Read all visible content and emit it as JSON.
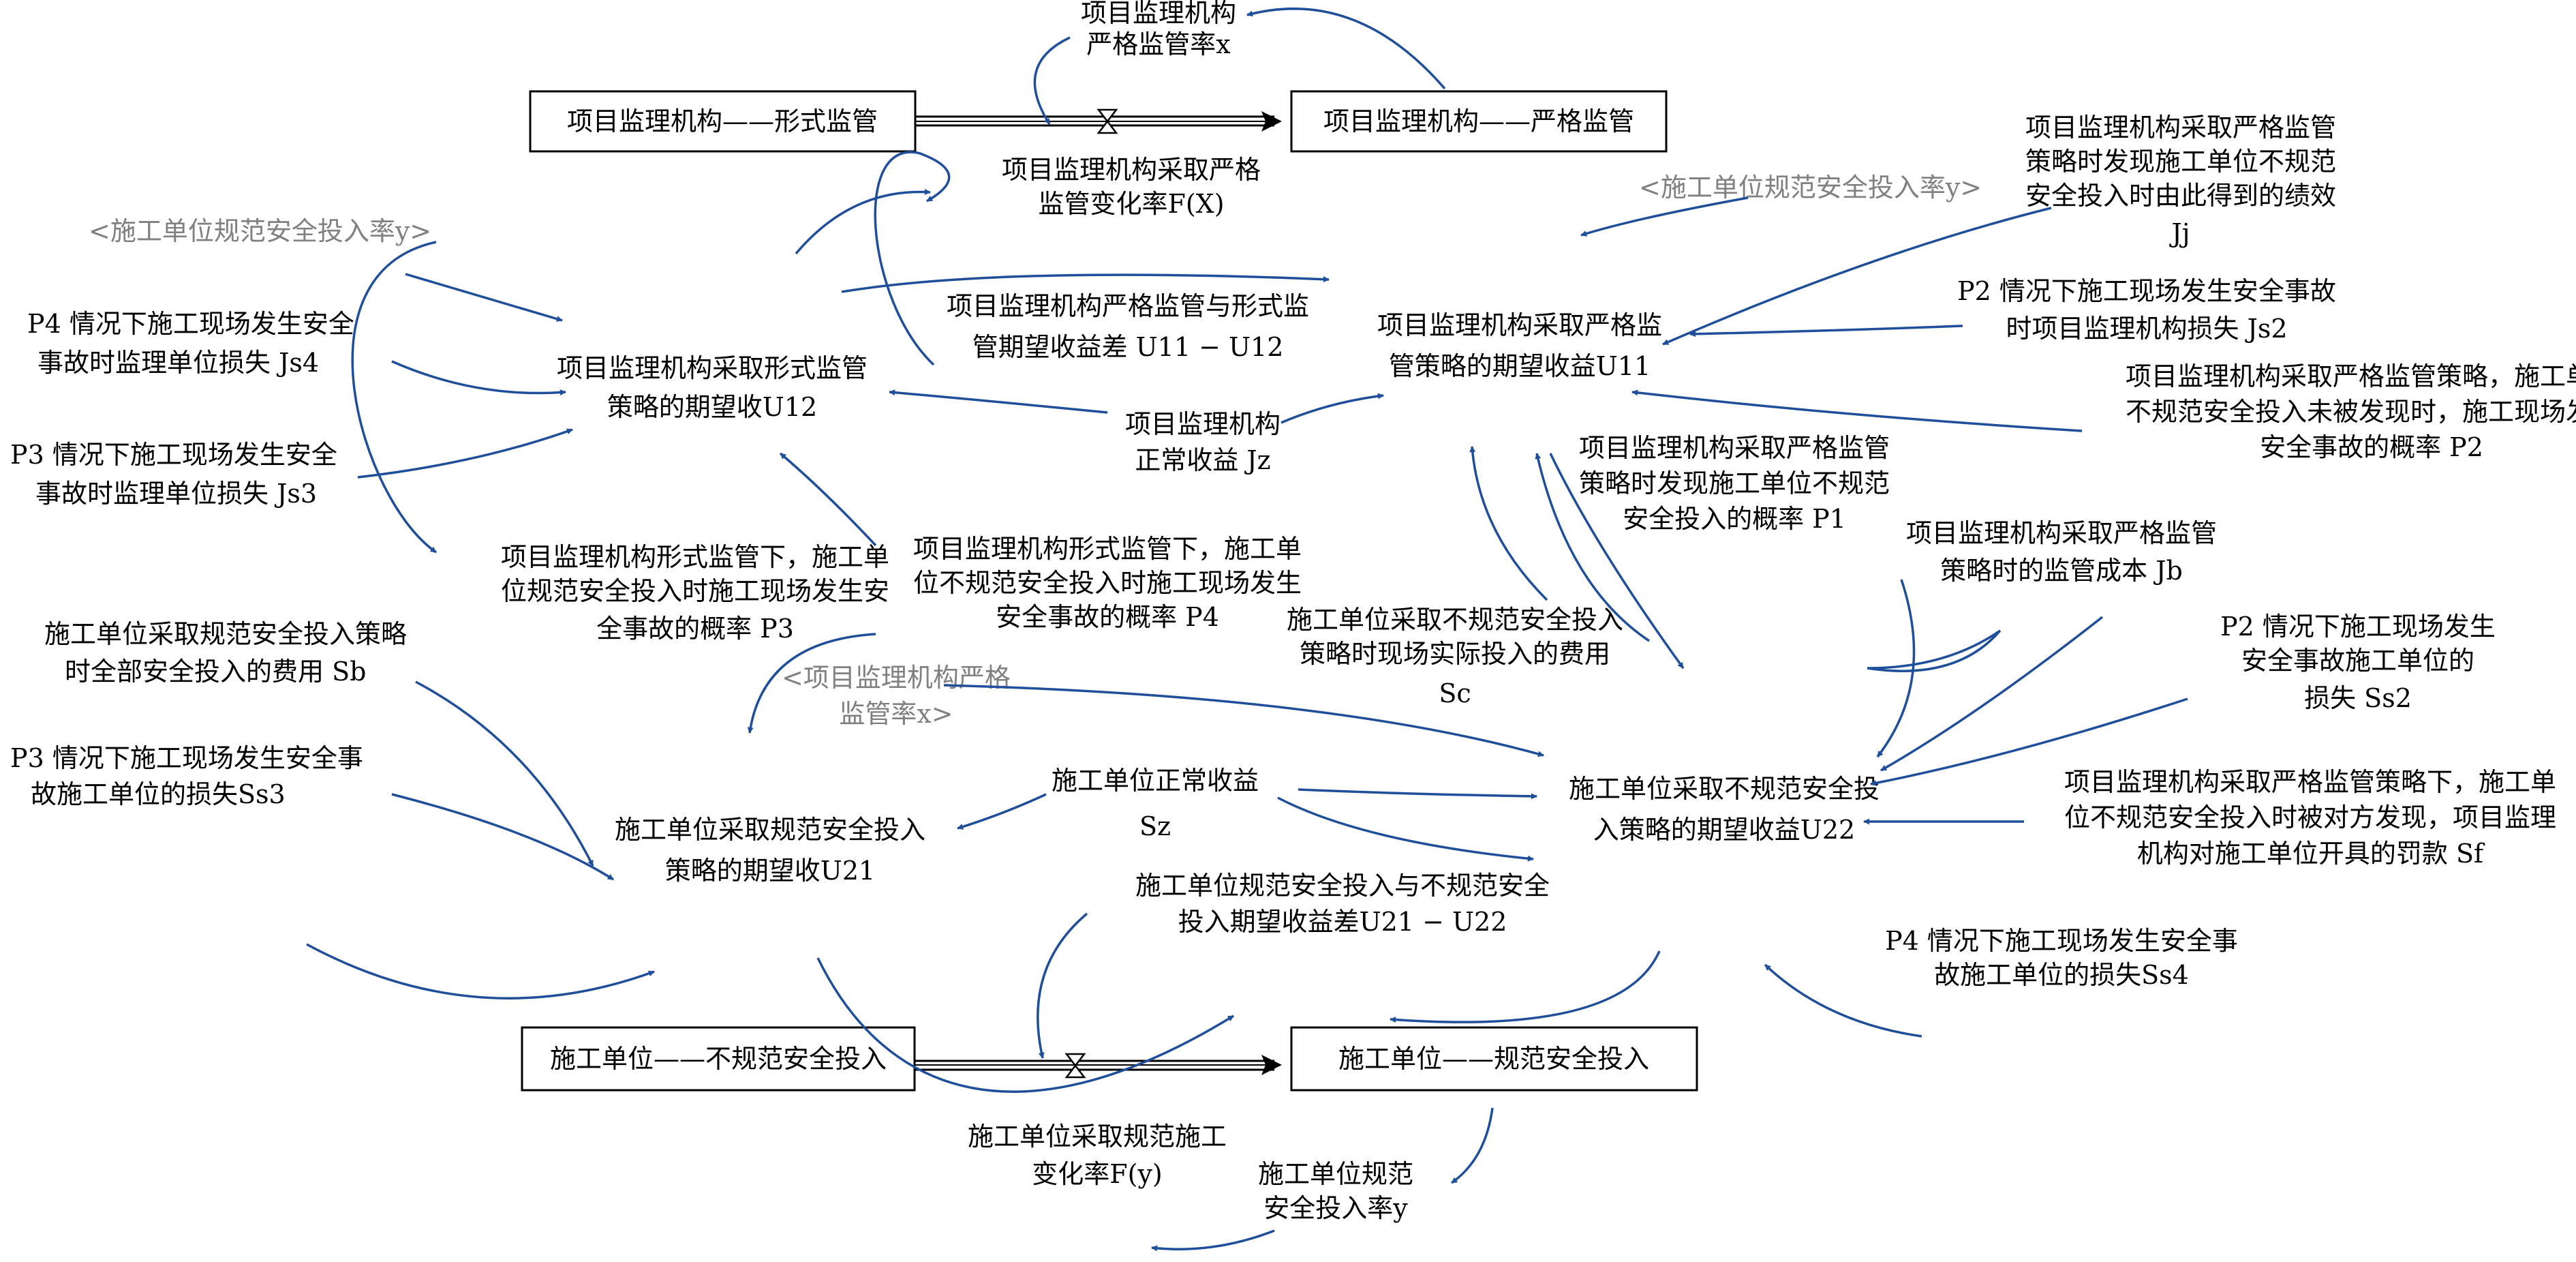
{
  "stocks": {
    "supervision_formal": "项目监理机构——形式监管",
    "supervision_strict": "项目监理机构——严格监管",
    "construction_irregular": "施工单位——不规范安全投入",
    "construction_regular": "施工单位——规范安全投入"
  },
  "rates": {
    "supervision_change_rate": [
      "项目监理机构采取严格",
      "监管变化率F(X)"
    ],
    "construction_change_rate": [
      "施工单位采取规范施工",
      "变化率F(y)"
    ]
  },
  "levels": {
    "strict_rate_x": [
      "项目监理机构",
      "严格监管率x"
    ],
    "regular_rate_y": [
      "施工单位规范",
      "安全投入率y"
    ]
  },
  "ghost_vars": {
    "y_left": "<施工单位规范安全投入率y>",
    "y_right": "<施工单位规范安全投入率y>",
    "x_bottom": [
      "<项目监理机构严格",
      "监管率x>"
    ]
  },
  "variables": {
    "u12": [
      "项目监理机构采取形式监管",
      "策略的期望收U12"
    ],
    "u11": [
      "项目监理机构采取严格监",
      "管策略的期望收益U11"
    ],
    "u21": [
      "施工单位采取规范安全投入",
      "策略的期望收U21"
    ],
    "u22": [
      "施工单位采取不规范安全投",
      "入策略的期望收益U22"
    ],
    "u11_minus_u12": [
      "项目监理机构严格监管与形式监",
      "管期望收益差 U11 − U12"
    ],
    "u21_minus_u22": [
      "施工单位规范安全投入与不规范安全",
      "投入期望收益差U21 − U22"
    ],
    "jz": [
      "项目监理机构",
      "正常收益 Jz"
    ],
    "sz": [
      "施工单位正常收益",
      "Sz"
    ],
    "js4": [
      "P4 情况下施工现场发生安全",
      "事故时监理单位损失 Js4"
    ],
    "js3": [
      "P3 情况下施工现场发生安全",
      "事故时监理单位损失 Js3"
    ],
    "jj": [
      "项目监理机构采取严格监管",
      "策略时发现施工单位不规范",
      "安全投入时由此得到的绩效",
      "Jj"
    ],
    "js2": [
      "P2 情况下施工现场发生安全事故",
      "时项目监理机构损失 Js2"
    ],
    "p2": [
      "项目监理机构采取严格监管策略，施工单位",
      "不规范安全投入未被发现时，施工现场发生",
      "安全事故的概率 P2"
    ],
    "p1": [
      "项目监理机构采取严格监管",
      "策略时发现施工单位不规范",
      "安全投入的概率 P1"
    ],
    "jb": [
      "项目监理机构采取严格监管",
      "策略时的监管成本 Jb"
    ],
    "p3": [
      "项目监理机构形式监管下，施工单",
      "位规范安全投入时施工现场发生安",
      "全事故的概率 P3"
    ],
    "p4": [
      "项目监理机构形式监管下，施工单",
      "位不规范安全投入时施工现场发生",
      "安全事故的概率 P4"
    ],
    "sc": [
      "施工单位采取不规范安全投入",
      "策略时现场实际投入的费用",
      "Sc"
    ],
    "sb": [
      "施工单位采取规范安全投入策略",
      "时全部安全投入的费用 Sb"
    ],
    "ss3": [
      "P3 情况下施工现场发生安全事",
      "故施工单位的损失Ss3"
    ],
    "ss2": [
      "P2 情况下施工现场发生",
      "安全事故施工单位的",
      "损失 Ss2"
    ],
    "sf": [
      "项目监理机构采取严格监管策略下，施工单",
      "位不规范安全投入时被对方发现，项目监理",
      "机构对施工单位开具的罚款 Sf"
    ],
    "ss4": [
      "P4 情况下施工现场发生安全事",
      "故施工单位的损失Ss4"
    ]
  },
  "colors": {
    "arrow": "#1f4e9a",
    "ghost_text": "#808080",
    "stock_border": "#000000"
  }
}
